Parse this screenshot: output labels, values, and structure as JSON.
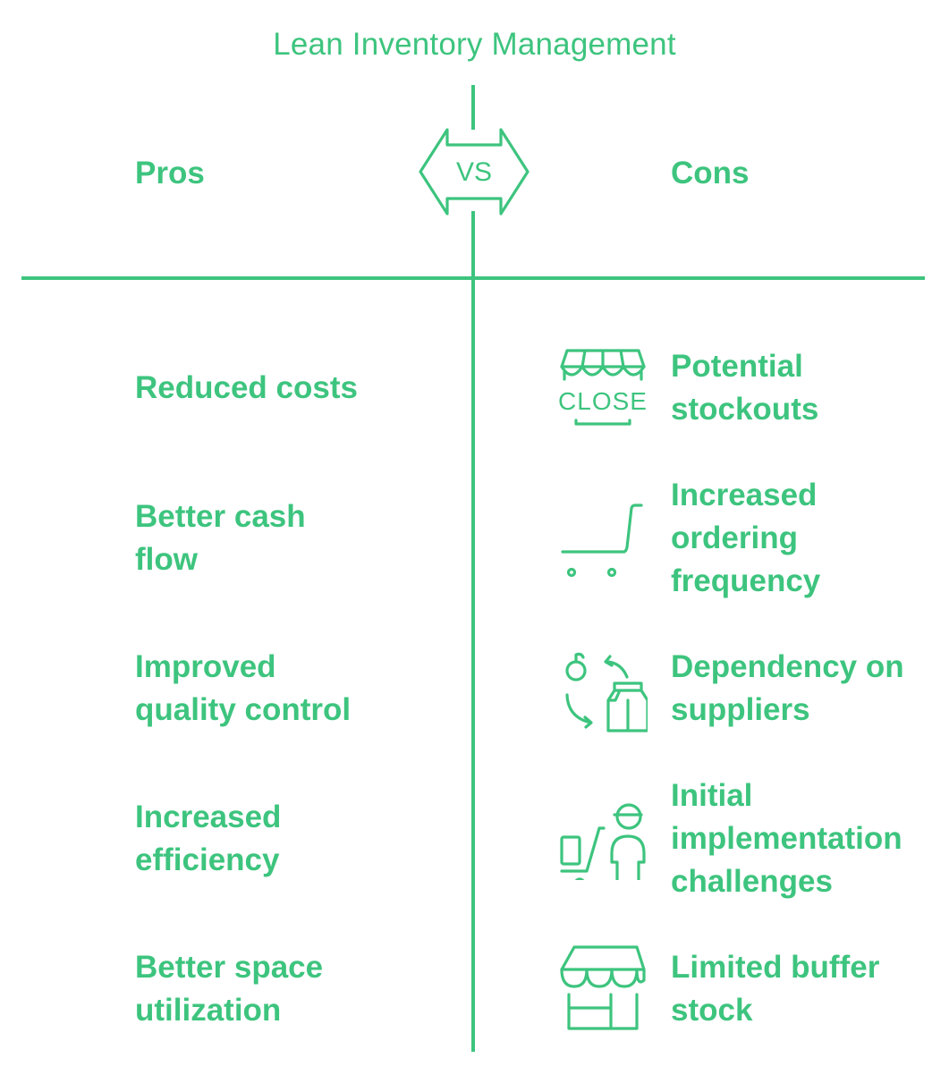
{
  "title": "Lean Inventory Management",
  "vs_label": "VS",
  "pros": {
    "header": "Pros",
    "items": [
      {
        "label": "Reduced costs"
      },
      {
        "label": "Better cash flow"
      },
      {
        "label": "Improved quality control"
      },
      {
        "label": "Increased efficiency"
      },
      {
        "label": "Better space utilization"
      }
    ]
  },
  "cons": {
    "header": "Cons",
    "items": [
      {
        "label": "Potential stockouts",
        "icon": "closed-store-icon"
      },
      {
        "label": "Increased ordering frequency",
        "icon": "shopping-cart-icon"
      },
      {
        "label": "Dependency on suppliers",
        "icon": "supply-cycle-icon"
      },
      {
        "label": "Initial implementation challenges",
        "icon": "delivery-worker-icon"
      },
      {
        "label": "Limited buffer stock",
        "icon": "storefront-icon"
      }
    ]
  },
  "colors": {
    "accent": "#3dc47e",
    "background": "#ffffff"
  }
}
